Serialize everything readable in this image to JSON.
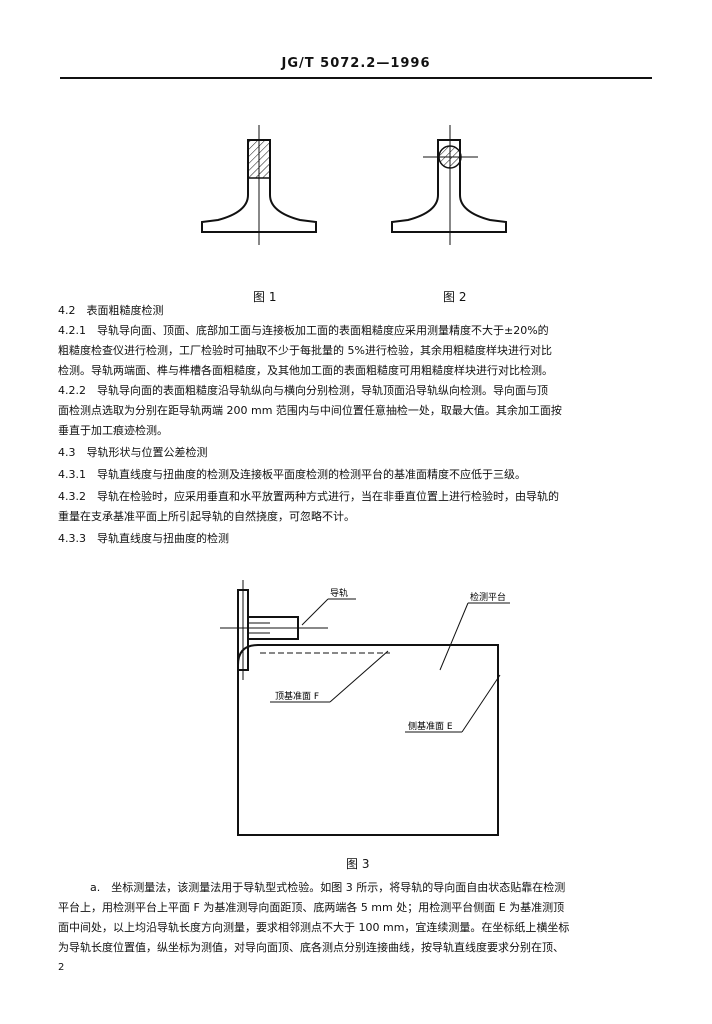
{
  "header": {
    "standard_code": "JG/T 5072.2—1996"
  },
  "figures": {
    "fig1_caption": "图 1",
    "fig2_caption": "图 2",
    "fig3_caption": "图 3",
    "fig3_labels": {
      "rail": "导轨",
      "platform": "检测平台",
      "top_datum": "顶基准面 F",
      "side_datum": "侧基准面 E"
    }
  },
  "body": {
    "lines": [
      "4.2　表面粗糙度检测",
      "4.2.1　导轨导向面、顶面、底部加工面与连接板加工面的表面粗糙度应采用测量精度不大于±20%的",
      "粗糙度检查仪进行检测，工厂检验时可抽取不少于每批量的 5%进行检验，其余用粗糙度样块进行对比",
      "检测。导轨两端面、榫与榫槽各面粗糙度，及其他加工面的表面粗糙度可用粗糙度样块进行对比检测。",
      "4.2.2　导轨导向面的表面粗糙度沿导轨纵向与横向分别检测，导轨顶面沿导轨纵向检测。导向面与顶",
      "面检测点选取为分别在距导轨两端 200 mm 范围内与中间位置任意抽检一处，取最大值。其余加工面按",
      "垂直于加工痕迹检测。",
      "4.3　导轨形状与位置公差检测",
      "4.3.1　导轨直线度与扭曲度的检测及连接板平面度检测的检测平台的基准面精度不应低于三级。",
      "4.3.2　导轨在检验时，应采用垂直和水平放置两种方式进行，当在非垂直位置上进行检验时，由导轨的",
      "重量在支承基准平面上所引起导轨的自然挠度，可忽略不计。",
      "4.3.3　导轨直线度与扭曲度的检测"
    ],
    "para_a": [
      "a.　坐标测量法，该测量法用于导轨型式检验。如图 3 所示，将导轨的导向面自由状态贴靠在检测",
      "平台上，用检测平台上平面 F 为基准测导向面距顶、底两端各 5 mm 处；用检测平台侧面 E 为基准测顶",
      "面中间处，以上均沿导轨长度方向测量，要求相邻测点不大于 100 mm，宜连续测量。在坐标纸上横坐标",
      "为导轨长度位置值，纵坐标为测值，对导向面顶、底各测点分别连接曲线，按导轨直线度要求分别在顶、"
    ]
  },
  "page_number": "2"
}
